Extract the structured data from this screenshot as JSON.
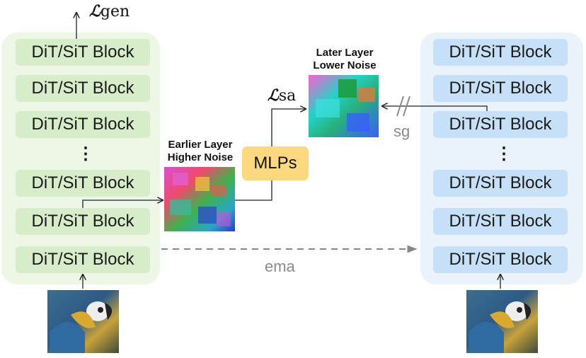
{
  "left_stack": {
    "blocks": [
      "DiT/SiT Block",
      "DiT/SiT Block",
      "DiT/SiT Block",
      "DiT/SiT Block",
      "DiT/SiT Block",
      "DiT/SiT Block"
    ],
    "dots": "⋮"
  },
  "right_stack": {
    "blocks": [
      "DiT/SiT Block",
      "DiT/SiT Block",
      "DiT/SiT Block",
      "DiT/SiT Block",
      "DiT/SiT Block",
      "DiT/SiT Block"
    ],
    "dots": "⋮"
  },
  "loss_gen": {
    "symbol": "ℒ",
    "sub": "gen"
  },
  "loss_sa": {
    "symbol": "ℒ",
    "sub": "sa"
  },
  "earlier": {
    "line1": "Earlier Layer",
    "line2": "Higher Noise"
  },
  "later": {
    "line1": "Later Layer",
    "line2": "Lower Noise"
  },
  "mlps": "MLPs",
  "stop_grad": "sg",
  "ema": "ema",
  "colors": {
    "green_panel": "#eef6e6",
    "green_block": "#d7ecc9",
    "blue_panel": "#eaf3fb",
    "blue_block": "#c5e0f7",
    "mlp": "#fcd97e"
  }
}
